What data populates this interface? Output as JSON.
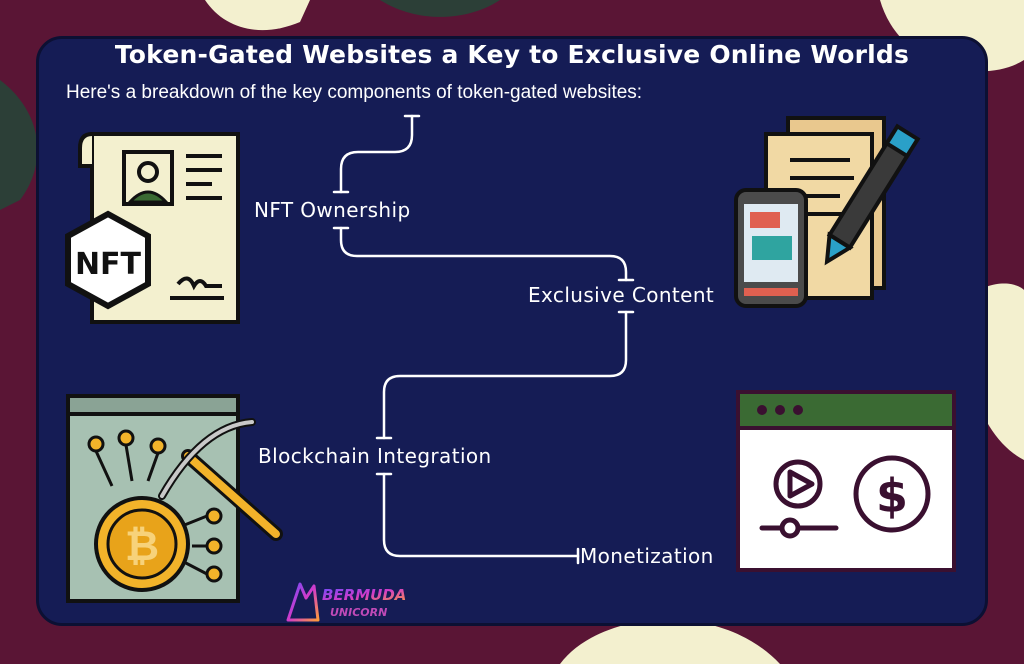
{
  "title": "Token-Gated Websites a Key to Exclusive Online Worlds",
  "subtitle": "Here's a breakdown of the key components of token-gated websites:",
  "nodes": {
    "nft_ownership": "NFT Ownership",
    "exclusive_content": "Exclusive Content",
    "blockchain_integration": "Blockchain Integration",
    "monetization": "Monetization"
  },
  "icons": {
    "nft_certificate": "nft-certificate-icon",
    "document_phone": "document-phone-pen-icon",
    "crypto_mining": "bitcoin-mining-book-icon",
    "video_payment": "video-payment-window-icon"
  },
  "nft_badge_text": "NFT",
  "logo": {
    "line1": "BERMUDA",
    "line2": "UNICORN"
  },
  "colors": {
    "panel": "#151c55",
    "background": "#5a1535",
    "accent_cream": "#f3f0cf",
    "green": "#3a6a33"
  }
}
